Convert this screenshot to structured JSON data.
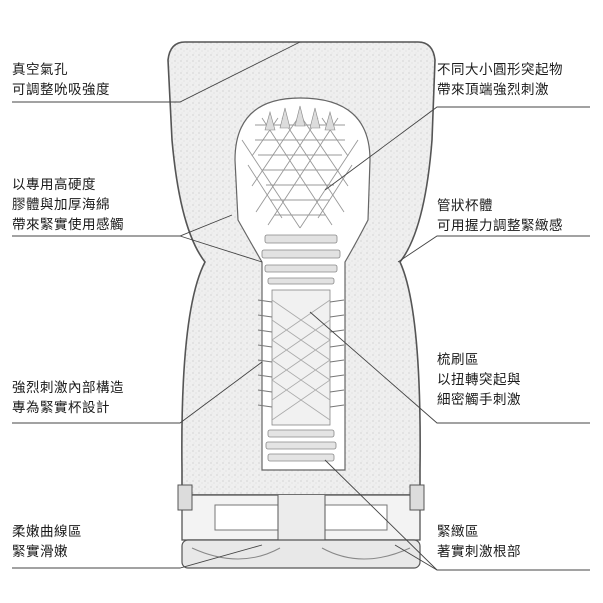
{
  "callouts": {
    "vacuum_hole": {
      "lines": [
        "真空氣孔",
        "可調整吮吸強度"
      ]
    },
    "nodules": {
      "lines": [
        "不同大小圓形突起物",
        "帶來頂端強烈刺激"
      ]
    },
    "sleeve_material": {
      "lines": [
        "以專用高硬度",
        "膠體與加厚海綿",
        "帶來緊實使用感觸"
      ]
    },
    "tube_body": {
      "lines": [
        "管狀杯體",
        "可用握力調整緊緻感"
      ]
    },
    "inner_structure": {
      "lines": [
        "強烈刺激內部構造",
        "專為緊實杯設計"
      ]
    },
    "comb_zone": {
      "lines": [
        "梳刷區",
        "以扭轉突起與",
        "細密觸手刺激"
      ]
    },
    "curve_zone": {
      "lines": [
        "柔嫩曲線區",
        "緊實滑嫩"
      ]
    },
    "tight_zone": {
      "lines": [
        "緊緻區",
        "著實刺激根部"
      ]
    }
  },
  "colors": {
    "outline": "#555555",
    "shell_fill": "#eeeeee",
    "inner_fill": "#ffffff",
    "leader_line": "#444444",
    "texture": "#bdbdbd"
  }
}
